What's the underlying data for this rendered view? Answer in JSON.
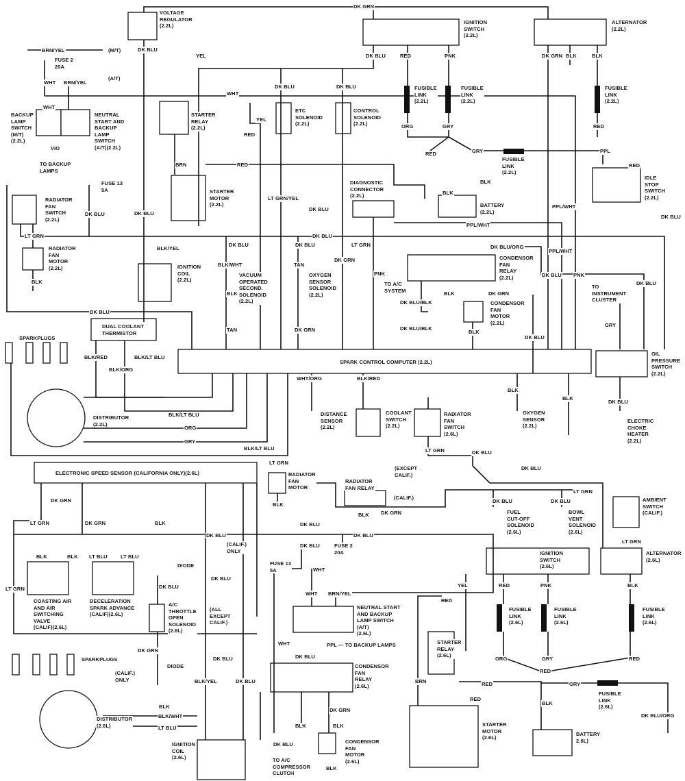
{
  "labels": {
    "vr": "VOLTAGE\nREGULATOR\n(2.2L)",
    "dkgrn_top": "DK GRN",
    "ign22": "IGNITION\nSWITCH\n(2.2L)",
    "alt22": "ALTERNATOR\n(2.2L)",
    "vr_dkblu": "DK BLU",
    "yel1": "YEL",
    "ign_dkblu": "DK BLU",
    "ign_red": "RED",
    "ign_pnk": "PNK",
    "alt_dkgrn": "DK GRN",
    "alt_blk1": "BLK",
    "alt_blk2": "BLK",
    "brnyel1": "BRN/YEL",
    "mt": "(M/T)",
    "fuse2": "FUSE 2\n20A",
    "wht1": "WHT",
    "brnyel2": "BRN/YEL",
    "at": "(A/T)",
    "wht_mid": "WHT",
    "dkblu_a": "DK BLU",
    "dkblu_b": "DK BLU",
    "fl1": "FUSIBLE\nLINK\n(2.2L)",
    "fl2": "FUSIBLE\nLINK\n(2.2L)",
    "fl3": "FUSIBLE\nLINK\n(2.2L)",
    "org1": "ORG",
    "gry1": "GRY",
    "red1": "RED",
    "wht2": "WHT",
    "backup_sw": "BACKUP\nLAMP\nSWITCH\n(M/T)\n(2.2L)",
    "nsbl22": "NEUTRAL\nSTART AND\nBACKUP\nLAMP\nSWITCH\n(A/T)(2.2L)",
    "vio": "VIO",
    "to_backup": "TO BACKUP\nLAMPS",
    "st_relay22": "STARTER\nRELAY\n(2.2L)",
    "yel2": "YEL",
    "red2": "RED",
    "etc": "ETC\nSOLENOID\n(2.2L)",
    "ctrl": "CONTROL\nSOLENOID\n(2.2L)",
    "red3": "RED",
    "gry2": "GRY",
    "fl4": "FUSIBLE\nLINK\n(2.2L)",
    "ppl": "PPL",
    "red4": "RED",
    "brn1": "BRN",
    "red5": "RED",
    "st_motor22": "STARTER\nMOTOR\n(2.2L)",
    "fuse13": "FUSE 13\n5A",
    "diag": "DIAGNOSTIC\nCONNECTOR\n(2.2L)",
    "blk_bat1": "BLK",
    "blk_bat2": "BLK",
    "bat22": "BATTERY\n(2.2L)",
    "idle": "IDLE\nSTOP\nSWITCH\n(2.2L)",
    "rfs22": "RADIATOR\nFAN\nSWITCH\n(2.2L)",
    "dkblu_c": "DK BLU",
    "dkblu_d": "DK BLU",
    "ltgrnyel": "LT GRN/YEL",
    "dkblu_e": "DK BLU",
    "pplwht1": "PPL/WHT",
    "pplwht2": "PPL/WHT",
    "dkblu_f": "DK BLU",
    "dkblu_g": "DK BLU",
    "ltgrn1": "LT GRN",
    "rfm22": "RADIATOR\nFAN\nMOTOR\n(2.2L)",
    "blk1": "BLK",
    "blkyel1": "BLK/YEL",
    "coil22": "IGNITION\nCOIL\n(2.2L)",
    "dkblu_h": "DK BLU",
    "dkblu_i": "DK BLU",
    "blkwht1": "BLK/WHT",
    "vac": "VACUUM\nOPERATED\nSECOND.\nSOLENOID\n(2.2L)",
    "tan1": "TAN",
    "oxsol": "OXYGEN\nSENSOR\nSOLENOID\n(2.2L)",
    "ltgrn2": "LT GRN",
    "dkgrn2": "DK GRN",
    "pnk2": "PNK",
    "dkbluorg1": "DK BLU/ORG",
    "cfr22": "CONDENSOR\nFAN\nRELAY\n(2.2L)",
    "pplwht3": "PPL/WHT",
    "dkblu_j": "DK BLU",
    "pnk3": "PNK",
    "dkblu_k": "DK BLU",
    "to_inst": "TO\nINSTRUMENT\nCLUSTER",
    "blk2": "BLK",
    "tan2": "TAN",
    "dkgrn3": "DK GRN",
    "to_ac": "TO A/C\nSYSTEM",
    "dkblublk1": "DK BLU/BLK",
    "blk3": "BLK",
    "dkgrn4": "DK GRN",
    "cfm22": "CONDENSOR\nFAN\nMOTOR\n(2.2L)",
    "dkblublk2": "DK BLU/BLK",
    "blk4": "BLK",
    "dkblu_l": "DK BLU",
    "gry3": "GRY",
    "dkblu_m": "DK BLU",
    "dct": "DUAL COOLANT\nTHERMISTOR",
    "sparkplugs1": "SPARKPLUGS",
    "blkred1": "BLK/RED",
    "blkltblu1": "BLK/LT BLU",
    "blkorg": "BLK/ORG",
    "scc": "SPARK CONTROL COMPUTER (2.2L)",
    "oilp": "OIL\nPRESSURE\nSWITCH\n(2.2L)",
    "whtorg": "WHT/ORG",
    "blkred2": "BLK/RED",
    "dist22": "DISTRIBUTOR\n(2.2L)",
    "blkltblu2": "BLK/LT BLU",
    "org2": "ORG",
    "gry4": "GRY",
    "distsens": "DISTANCE\nSENSOR\n(2.2L)",
    "coolsw": "COOLANT\nSWITCH\n(2.2L)",
    "rfs26": "RADIATOR\nFAN\nSWITCH\n(2.6L)",
    "blk5": "BLK",
    "oxsens": "OXYGEN\nSENSOR\n(2.2L)",
    "blk6": "BLK",
    "dkblu_n": "DK BLU",
    "choke": "ELECTRIC\nCHOKE\nHEATER\n(2.2L)",
    "blkltblu3": "BLK/LT BLU",
    "ltgrn3": "LT GRN",
    "dkblu_o": "DK BLU",
    "ess": "ELECTRONIC SPEED SENSOR (CALIFORNIA ONLY)(2.6L)",
    "ltgrn4": "LT GRN",
    "rfm26": "RADIATOR\nFAN\nMOTOR",
    "blk7": "BLK",
    "except_calif": "(EXCEPT\nCALIF.)",
    "rfr": "RADIATOR\nFAN RELAY",
    "calif1": "(CALIF.)",
    "blk8": "BLK",
    "dkgrn5": "DK GRN",
    "dkblu_p": "DK BLU",
    "ltgrn5": "LT GRN",
    "dkgrn6": "DK GRN",
    "ltgrn6": "LT GRN",
    "dkgrn7": "DK GRN",
    "blk9": "BLK",
    "dkblu_q": "DK BLU",
    "calif_only1": "(CALIF.)\nONLY",
    "dkblu_r": "DK BLU",
    "dkblu_s": "DK BLU",
    "dkblu_t": "DK BLU",
    "dkblu_u": "DK BLU",
    "fuelcut": "FUEL\nCUT-OFF\nSOLENOID\n(2.6L)",
    "bowl": "BOWL\nVENT\nSOLENOID\n(2.6L)",
    "ambient": "AMBIENT\nSWITCH\n(CALIF.)",
    "ltgrn7": "LT GRN",
    "alt26": "ALTERNATOR\n(2.6L)",
    "blk10": "BLK",
    "blk11": "BLK",
    "ltblu1": "LT BLU",
    "ltblu2": "LT BLU",
    "dkblu_v": "DK BLU",
    "fuse2b": "FUSE 2\n20A",
    "fuse13b": "FUSE 13\n5A",
    "wht3": "WHT",
    "ign26": "IGNITION\nSWITCH\n(2.6L)",
    "diode1": "DIODE",
    "dkblu_w": "DK BLU",
    "dkblu_x": "DK BLU",
    "coast": "COASTING AIR\nAND AIR\nSWITCHING\nVALVE\n(CALIF)(2.6L)",
    "decel": "DECELERATION\nSPARK ADVANCE\n(CALIF)(2.6L)",
    "ltgrn8": "LT GRN",
    "acthrot": "A/C\nTHROTTLE\nOPEN\nSOLENOID\n(2.6L)",
    "allexcept": "(ALL\nEXCEPT\nCALIF.)",
    "wht4": "WHT",
    "brnyel3": "BRN/YEL",
    "nsbl26": "NEUTRAL START\nAND BACKUP\nLAMP SWITCH\n(A/T)\n(2.6L)",
    "yel3": "YEL",
    "red6": "RED",
    "pnk4": "PNK",
    "blk12": "BLK",
    "red7": "RED",
    "fl5": "FUSIBLE\nLINK\n(2.6L)",
    "fl6": "FUSIBLE\nLINK\n(2.6L)",
    "fl7": "FUSIBLE\nLINK\n(2.6L)",
    "wht5": "WHT",
    "ppl_backup": "PPL — TO BACKUP LAMPS",
    "st_relay26": "STARTER\nRELAY\n(2.6L)",
    "dkgrn8": "DK GRN",
    "sparkplugs2": "SPARKPLUGS",
    "dkblu_y": "DK BLU",
    "dkblu_z": "DK BLU",
    "cfr26": "CONDENSOR\nFAN\nRELAY\n(2.6L)",
    "org3": "ORG",
    "gry5": "GRY",
    "red8": "RED",
    "diode2": "DIODE",
    "calif_only2": "(CALIF.)\nONLY",
    "dkblu_aa": "DK BLU",
    "blkyel2": "BLK/YEL",
    "brn2": "BRN",
    "red9": "RED",
    "red10": "RED",
    "gry6": "GRY",
    "fl8": "FUSIBLE\nLINK\n(2.6L)",
    "blk13": "BLK",
    "dist26": "DISTRIBUTOR\n(2.6L)",
    "blkwht2": "BLK/WHT",
    "ltblu3": "LT BLU",
    "red11": "RED",
    "blk14": "BLK",
    "dkbluorg2": "DK BLU/ORG",
    "dkgrn9": "DK GRN",
    "blk15": "BLK",
    "blk16": "BLK",
    "st_motor26": "STARTER\nMOTOR\n(2.6L)",
    "bat26": "BATTERY\n2.6L)",
    "coil26": "IGNITION\nCOIL\n(2.6L)",
    "dkblu_ab": "DK BLU",
    "to_comp": "TO A/C\nCOMPRESSOR\nCLUTCH",
    "cfm26": "CONDENSOR\nFAN\nMOTOR\n(2.6L)",
    "blk17": "BLK"
  }
}
